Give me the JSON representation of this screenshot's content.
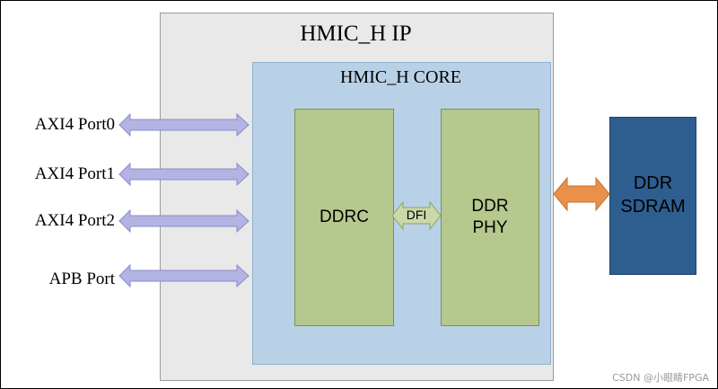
{
  "ip_title": "HMIC_H IP",
  "core_title": "HMIC_H CORE",
  "ddrc_label": "DDRC",
  "phy_label_line1": "DDR",
  "phy_label_line2": "PHY",
  "dfi_label": "DFI",
  "sdram_label_line1": "DDR",
  "sdram_label_line2": "SDRAM",
  "ports": [
    "AXI4 Port0",
    "AXI4 Port1",
    "AXI4 Port2",
    "APB Port"
  ],
  "watermark": "CSDN @小眼睛FPGA",
  "colors": {
    "ip_fill": "#e9e9e9",
    "core_fill": "#b9d1e6",
    "block_fill": "#b5c88e",
    "sdram_fill": "#2e5e8f",
    "port_arrow": "#b3b4e3",
    "dfi_arrow": "#cbd8a9",
    "ddr_arrow": "#e9914a"
  }
}
